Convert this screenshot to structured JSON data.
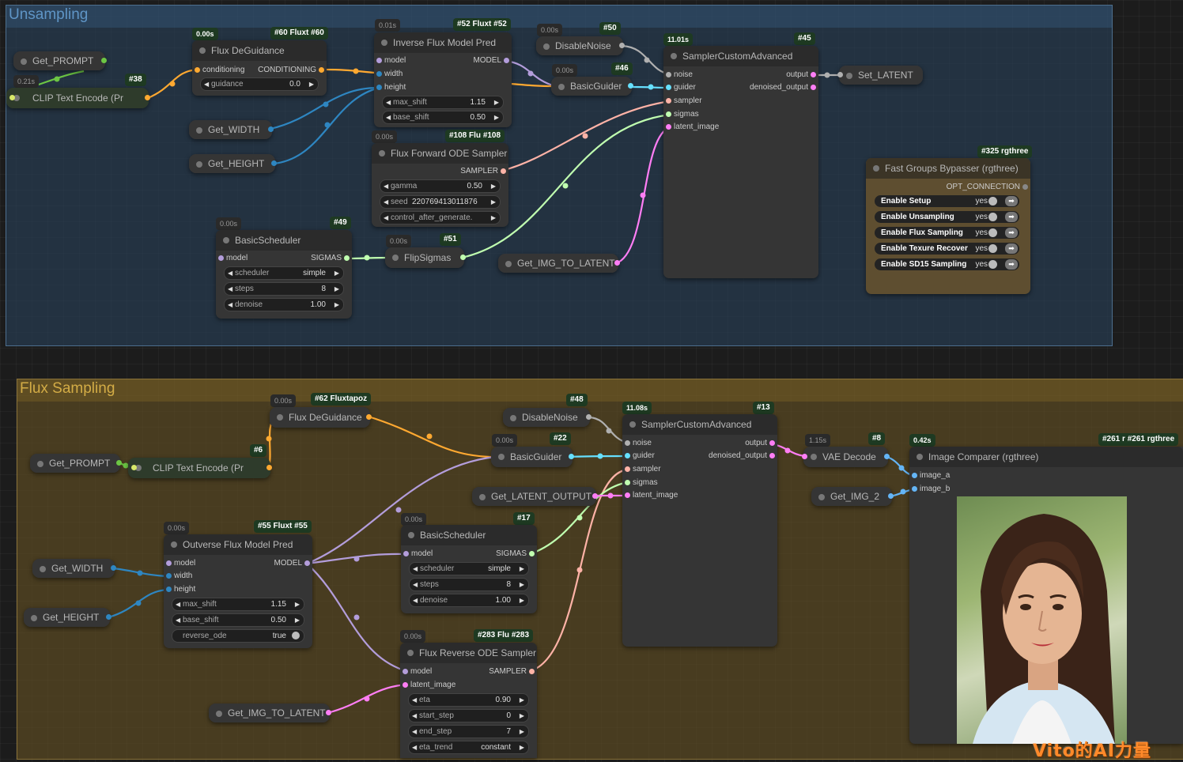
{
  "groups": {
    "unsampling": "Unsampling",
    "flux_sampling": "Flux Sampling"
  },
  "colors": {
    "model": "#b39ddb",
    "conditioning": "#ffa931",
    "int": "#2e86c1",
    "guider": "#66e0ff",
    "noise": "#b0b0b0",
    "sampler": "#ffb3a7",
    "sigmas": "#c0ffb0",
    "latent": "#ff7ef5",
    "image": "#64b5f6"
  },
  "top": {
    "get_prompt": "Get_PROMPT",
    "clip_time": "0.21s",
    "clip_id": "#38",
    "clip_title": "CLIP Text Encode (Pr",
    "get_width": "Get_WIDTH",
    "get_height": "Get_HEIGHT",
    "deg_time": "0.00s",
    "deg_badge_a": "#60 Fluxt",
    "deg_badge_b": "#60",
    "deg_title": "Flux DeGuidance",
    "deg_in": "conditioning",
    "deg_out": "CONDITIONING",
    "deg_w_label": "guidance",
    "deg_w_value": "0.0",
    "inv_time": "0.01s",
    "inv_badge_a": "#52 Fluxt",
    "inv_badge_b": "#52",
    "inv_title": "Inverse Flux Model Pred",
    "inv_in_model": "model",
    "inv_out": "MODEL",
    "inv_in_width": "width",
    "inv_in_height": "height",
    "inv_w1_label": "max_shift",
    "inv_w1_value": "1.15",
    "inv_w2_label": "base_shift",
    "inv_w2_value": "0.50",
    "fwd_time": "0.00s",
    "fwd_badge_a": "#108 Flu",
    "fwd_badge_b": "#108",
    "fwd_title": "Flux Forward ODE Sampler",
    "fwd_out": "SAMPLER",
    "fwd_w1_label": "gamma",
    "fwd_w1_value": "0.50",
    "fwd_w2_label": "seed",
    "fwd_w2_value": "220769413011876",
    "fwd_w3_label": "control_after_generate.",
    "dn_time": "0.00s",
    "dn_id": "#50",
    "dn_title": "DisableNoise",
    "bg_time": "0.00s",
    "bg_id": "#46",
    "bg_title": "BasicGuider",
    "sca_time": "11.01s",
    "sca_id": "#45",
    "sca_title": "SamplerCustomAdvanced",
    "sca_noise": "noise",
    "sca_guider": "guider",
    "sca_sampler": "sampler",
    "sca_sigmas": "sigmas",
    "sca_latent": "latent_image",
    "sca_out1": "output",
    "sca_out2": "denoised_output",
    "set_latent": "Set_LATENT",
    "bs_time": "0.00s",
    "bs_id": "#49",
    "bs_title": "BasicScheduler",
    "bs_in": "model",
    "bs_out": "SIGMAS",
    "bs_w1_label": "scheduler",
    "bs_w1_value": "simple",
    "bs_w2_label": "steps",
    "bs_w2_value": "8",
    "bs_w3_label": "denoise",
    "bs_w3_value": "1.00",
    "flip_time": "0.00s",
    "flip_id": "#51",
    "flip_title": "FlipSigmas",
    "get_img_latent": "Get_IMG_TO_LATENT",
    "fgb_id": "#325 rgthree",
    "fgb_title": "Fast Groups Bypasser (rgthree)",
    "fgb_out": "OPT_CONNECTION",
    "fgb_rows": [
      "Enable Setup",
      "Enable Unsampling",
      "Enable Flux Sampling",
      "Enable Texure Recover",
      "Enable SD15 Sampling"
    ],
    "fgb_yes": "yes"
  },
  "bottom": {
    "get_prompt": "Get_PROMPT",
    "clip_id": "#6",
    "clip_title": "CLIP Text Encode (Pr",
    "deg_time": "0.00s",
    "deg_badge": "#62 Fluxtapoz",
    "deg_title": "Flux DeGuidance",
    "dn_id": "#48",
    "dn_title": "DisableNoise",
    "bg_time": "0.00s",
    "bg_id": "#22",
    "bg_title": "BasicGuider",
    "sca_time": "11.08s",
    "sca_id": "#13",
    "sca_title": "SamplerCustomAdvanced",
    "sca_noise": "noise",
    "sca_guider": "guider",
    "sca_sampler": "sampler",
    "sca_sigmas": "sigmas",
    "sca_latent": "latent_image",
    "sca_out1": "output",
    "sca_out2": "denoised_output",
    "get_latent_output": "Get_LATENT_OUTPUT",
    "vae_time": "1.15s",
    "vae_id": "#8",
    "vae_title": "VAE Decode",
    "cmp_time": "0.42s",
    "cmp_badge_a": "#261 r",
    "cmp_badge_b": "#261 rgthree",
    "cmp_title": "Image Comparer (rgthree)",
    "cmp_in_a": "image_a",
    "cmp_in_b": "image_b",
    "get_img2": "Get_IMG_2",
    "get_width": "Get_WIDTH",
    "get_height": "Get_HEIGHT",
    "out_time": "0.00s",
    "out_badge_a": "#55 Fluxt",
    "out_badge_b": "#55",
    "out_title": "Outverse Flux Model Pred",
    "out_in_model": "model",
    "out_out": "MODEL",
    "out_in_width": "width",
    "out_in_height": "height",
    "out_w1_label": "max_shift",
    "out_w1_value": "1.15",
    "out_w2_label": "base_shift",
    "out_w2_value": "0.50",
    "out_w3_label": "reverse_ode",
    "out_w3_value": "true",
    "bs_time": "0.00s",
    "bs_id": "#17",
    "bs_title": "BasicScheduler",
    "bs_in": "model",
    "bs_out": "SIGMAS",
    "bs_w1_label": "scheduler",
    "bs_w1_value": "simple",
    "bs_w2_label": "steps",
    "bs_w2_value": "8",
    "bs_w3_label": "denoise",
    "bs_w3_value": "1.00",
    "rev_time": "0.00s",
    "rev_badge_a": "#283 Flu",
    "rev_badge_b": "#283",
    "rev_title": "Flux Reverse ODE Sampler",
    "rev_in_model": "model",
    "rev_in_latent": "latent_image",
    "rev_out": "SAMPLER",
    "rev_w1_label": "eta",
    "rev_w1_value": "0.90",
    "rev_w2_label": "start_step",
    "rev_w2_value": "0",
    "rev_w3_label": "end_step",
    "rev_w3_value": "7",
    "rev_w4_label": "eta_trend",
    "rev_w4_value": "constant",
    "get_img_latent": "Get_IMG_TO_LATENT"
  },
  "watermark": "Vito的AI力量"
}
